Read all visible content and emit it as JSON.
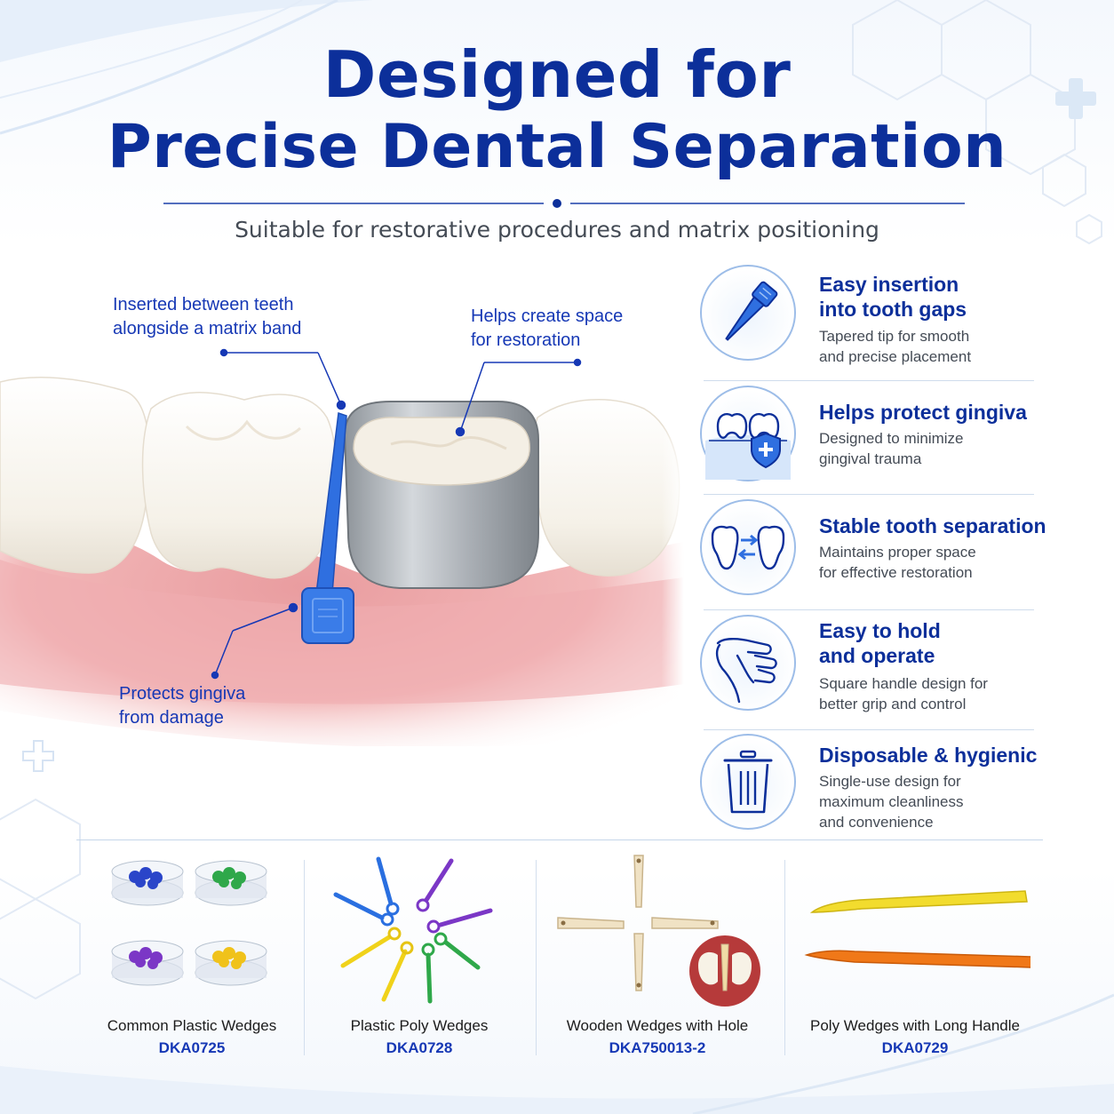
{
  "header": {
    "title_line1": "Designed for",
    "title_line2": "Precise Dental Separation",
    "subtitle": "Suitable for restorative procedures and matrix positioning"
  },
  "callouts": {
    "inserted_line1": "Inserted between teeth",
    "inserted_line2": "alongside a matrix band",
    "space_line1": "Helps create space",
    "space_line2": "for restoration",
    "protects_line1": "Protects gingiva",
    "protects_line2": "from damage"
  },
  "features": [
    {
      "title_line1": "Easy insertion",
      "title_line2": "into tooth gaps",
      "desc_line1": "Tapered tip for smooth",
      "desc_line2": "and precise placement",
      "icon": "wedge-icon"
    },
    {
      "title_line1": "Helps protect gingiva",
      "desc_line1": "Designed to minimize",
      "desc_line2": "gingival trauma",
      "icon": "gum-shield-icon"
    },
    {
      "title_line1": "Stable tooth separation",
      "desc_line1": "Maintains proper space",
      "desc_line2": "for effective restoration",
      "icon": "separation-arrows-icon"
    },
    {
      "title_line1": "Easy to hold",
      "title_line2": "and operate",
      "desc_line1": "Square handle design for",
      "desc_line2": "better grip and control",
      "icon": "hand-icon"
    },
    {
      "title_line1": "Disposable & hygienic",
      "desc_line1": "Single-use design for",
      "desc_line2": "maximum cleanliness",
      "desc_line3": "and convenience",
      "icon": "trash-bin-icon"
    }
  ],
  "products": [
    {
      "name": "Common Plastic Wedges",
      "code": "DKA0725"
    },
    {
      "name": "Plastic Poly Wedges",
      "code": "DKA0728"
    },
    {
      "name": "Wooden Wedges with Hole",
      "code": "DKA750013-2"
    },
    {
      "name": "Poly Wedges with Long Handle",
      "code": "DKA0729"
    }
  ],
  "colors": {
    "title_blue": "#0c2f9a",
    "accent_blue": "#1638b5",
    "wedge_blue": "#2f6fe0",
    "gum_pink": "#eba5a7",
    "steel": "#b9bec4"
  }
}
